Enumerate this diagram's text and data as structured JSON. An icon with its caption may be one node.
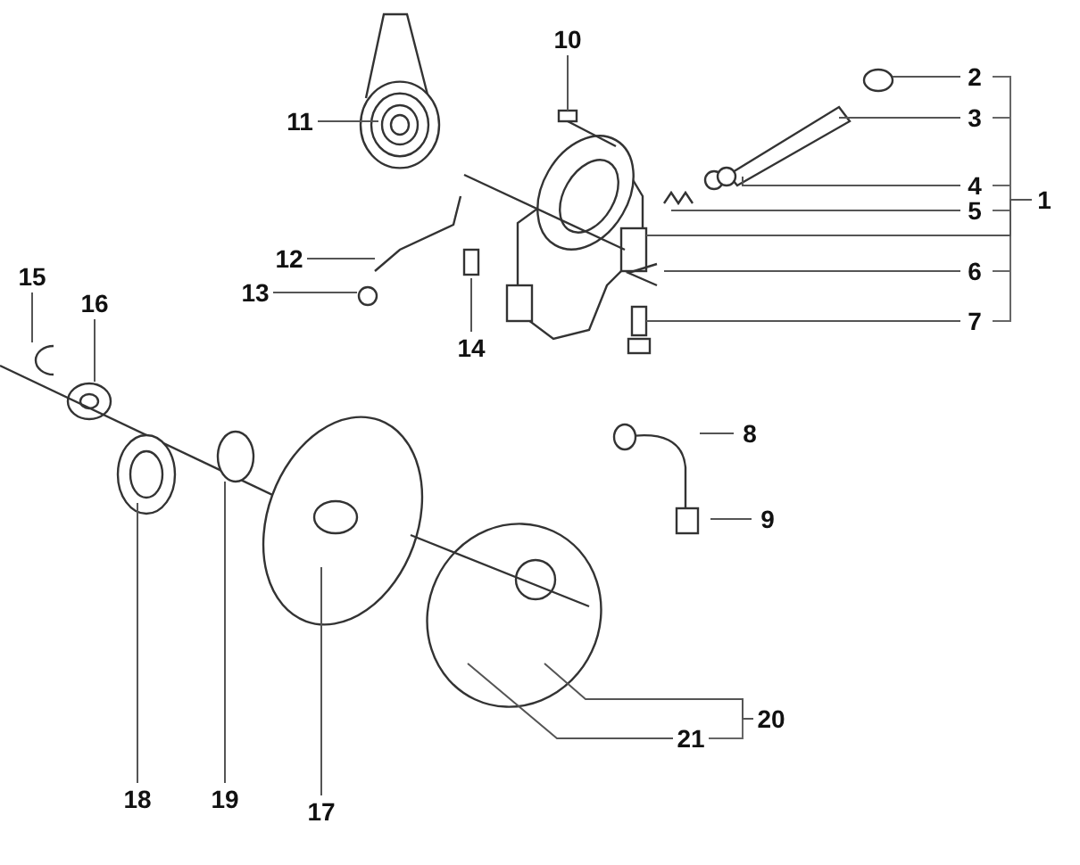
{
  "diagram": {
    "nodes": [
      {
        "text": [
          "10"
        ]
      },
      {
        "text": [
          "2"
        ]
      },
      {
        "text": [
          "3"
        ]
      },
      {
        "text": [
          "11"
        ]
      },
      {
        "text": [
          "4"
        ]
      },
      {
        "text": [
          "1"
        ]
      },
      {
        "text": [
          "5"
        ]
      },
      {
        "text": [
          "12"
        ]
      },
      {
        "text": [
          "6"
        ]
      },
      {
        "text": [
          "15"
        ]
      },
      {
        "text": [
          "13"
        ]
      },
      {
        "text": [
          "16"
        ]
      },
      {
        "text": [
          "7"
        ]
      },
      {
        "text": [
          "14"
        ]
      },
      {
        "text": [
          "8"
        ]
      },
      {
        "text": [
          "9"
        ]
      },
      {
        "text": [
          "20"
        ]
      },
      {
        "text": [
          "21"
        ]
      },
      {
        "text": [
          "18"
        ]
      },
      {
        "text": [
          "19"
        ]
      },
      {
        "text": [
          "17"
        ]
      }
    ],
    "edges": [
      {
        "from": 0,
        "to": null,
        "arrow": "none"
      },
      {
        "from": 1,
        "to": null,
        "arrow": "none"
      },
      {
        "from": 2,
        "to": null,
        "arrow": "none"
      },
      {
        "from": 3,
        "to": null,
        "arrow": "none"
      },
      {
        "from": 4,
        "to": null,
        "arrow": "none"
      },
      {
        "from": 5,
        "to": null,
        "arrow": "none"
      },
      {
        "from": 6,
        "to": null,
        "arrow": "none"
      },
      {
        "from": 7,
        "to": null,
        "arrow": "none"
      },
      {
        "from": 8,
        "to": null,
        "arrow": "none"
      },
      {
        "from": 9,
        "to": null,
        "arrow": "none"
      },
      {
        "from": 10,
        "to": null,
        "arrow": "none"
      },
      {
        "from": 11,
        "to": null,
        "arrow": "none"
      },
      {
        "from": 12,
        "to": null,
        "arrow": "none"
      },
      {
        "from": 13,
        "to": null,
        "arrow": "none"
      },
      {
        "from": 14,
        "to": null,
        "arrow": "none"
      },
      {
        "from": 15,
        "to": null,
        "arrow": "none"
      },
      {
        "from": 16,
        "to": null,
        "arrow": "none"
      },
      {
        "from": 17,
        "to": null,
        "arrow": "none"
      },
      {
        "from": 18,
        "to": null,
        "arrow": "none"
      },
      {
        "from": 19,
        "to": null,
        "arrow": "none"
      },
      {
        "from": 20,
        "to": null,
        "arrow": "none"
      }
    ]
  }
}
